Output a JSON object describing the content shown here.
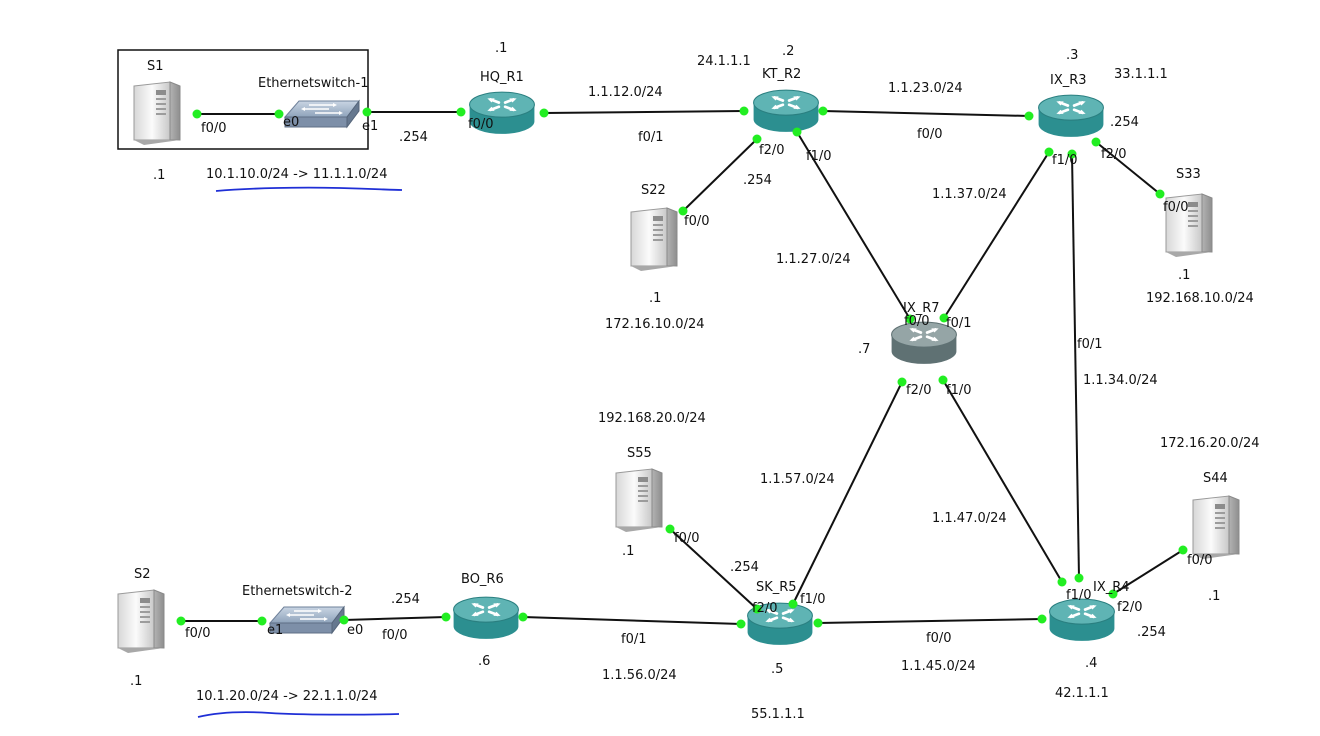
{
  "colors": {
    "link": "#111111",
    "port_dot": "#22ee22",
    "router_body": "#2c8f90",
    "router_top": "#5fb4b4",
    "router_core_body": "#5f7173",
    "router_core_top": "#95a5a6",
    "annotation_underline": "#1f2fd6"
  },
  "devices": {
    "S1": "S1",
    "SW1": "Ethernetswitch-1",
    "HQ_R1": "HQ_R1",
    "KT_R2": "KT_R2",
    "IX_R3": "IX_R3",
    "IX_R7": "IX_R7",
    "S22": "S22",
    "S33": "S33",
    "S2": "S2",
    "SW2": "Ethernetswitch-2",
    "BO_R6": "BO_R6",
    "SK_R5": "SK_R5",
    "IX_R4": "IX_R4",
    "S55": "S55",
    "S44": "S44"
  },
  "ports": {
    "s1_f00": "f0/0",
    "sw1_e0": "e0",
    "sw1_e1": "e1",
    "r1_f00": "f0/0",
    "r2_f01": "f0/1",
    "r2_f20": "f2/0",
    "r2_f10": "f1/0",
    "r3_f00": "f0/0",
    "r3_f10": "f1/0",
    "r3_f20": "f2/0",
    "r3_f01": "f0/1",
    "s22_f00": "f0/0",
    "s33_f00": "f0/0",
    "r7_f00": "f0/0",
    "r7_f01": "f0/1",
    "r7_f20": "f2/0",
    "r7_f10": "f1/0",
    "s2_f00": "f0/0",
    "sw2_e1": "e1",
    "sw2_e0": "e0",
    "r6_f00": "f0/0",
    "r5_f01": "f0/1",
    "r5_f20": "f2/0",
    "r5_f10": "f1/0",
    "r4_f00": "f0/0",
    "r4_f10": "f1/0",
    "r4_f20": "f2/0",
    "s55_f00": "f0/0",
    "s44_f00": "f0/0"
  },
  "addresses": {
    "r1_host": ".1",
    "r1_lan": ".254",
    "s1_host": ".1",
    "nat1": "10.1.10.0/24 -> 11.1.1.0/24",
    "net_12": "1.1.12.0/24",
    "r2_loop": "24.1.1.1",
    "r2_host": ".2",
    "net_23": "1.1.23.0/24",
    "r3_host": ".3",
    "r3_loop": "33.1.1.1",
    "r3_lan": ".254",
    "r2_lan": ".254",
    "net_37": "1.1.37.0/24",
    "net_27": "1.1.27.0/24",
    "s22_host": ".1",
    "net_s22": "172.16.10.0/24",
    "s33_host": ".1",
    "net_s33": "192.168.10.0/24",
    "r7_host": ".7",
    "net_34": "1.1.34.0/24",
    "net_s55": "192.168.20.0/24",
    "net_s44": "172.16.20.0/24",
    "net_57": "1.1.57.0/24",
    "net_47": "1.1.47.0/24",
    "s55_host": ".1",
    "r5_lan": ".254",
    "s44_host": ".1",
    "r6_lan": ".254",
    "s2_host": ".1",
    "nat2": "10.1.20.0/24 -> 22.1.1.0/24",
    "r6_host": ".6",
    "net_56": "1.1.56.0/24",
    "r5_host": ".5",
    "r5_loop": "55.1.1.1",
    "net_45": "1.1.45.0/24",
    "r4_host": ".4",
    "r4_lan": ".254",
    "r4_loop": "42.1.1.1"
  }
}
